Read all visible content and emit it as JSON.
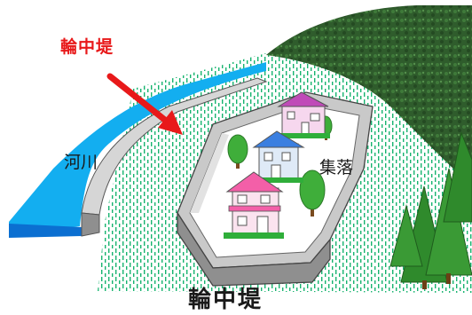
{
  "labels": {
    "arrow_label": "輪中堤",
    "river": "河川",
    "village": "集落",
    "caption": "輪中堤"
  },
  "colors": {
    "river": "#13aef0",
    "river_dark": "#0b6fd1",
    "levee_top": "#c9c9c9",
    "levee_side": "#8f8f8f",
    "field_dots": "#16b46f",
    "forest": "#2d5a2a",
    "arrow": "#e8191a",
    "house_pink": "#f35fa8",
    "house_blue": "#3b7fe0",
    "house_purple": "#c04ab8"
  },
  "icons": [
    "red-arrow-icon",
    "house-icon",
    "tree-icon",
    "mountain-icon"
  ]
}
